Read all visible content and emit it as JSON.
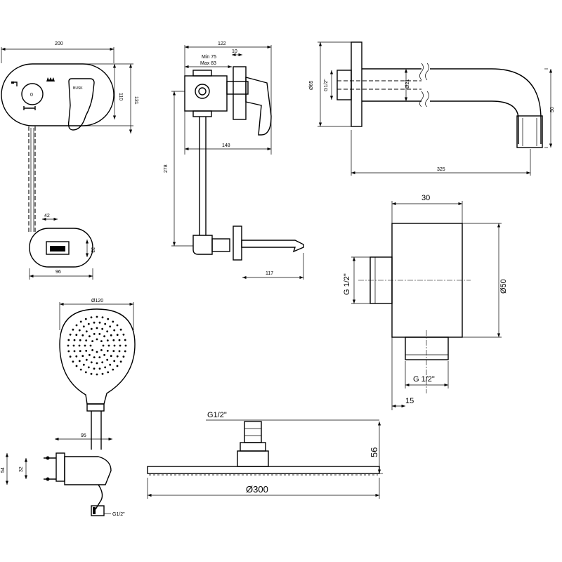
{
  "panel_front": {
    "width_200": "200",
    "height_110": "110",
    "height_131": "131",
    "stem_42": "42",
    "height_33": "33",
    "width_96": "96"
  },
  "panel_side": {
    "depth_122": "122",
    "min_75": "Min 75",
    "max_83": "Max 83",
    "dim_10": "10",
    "depth_148": "148",
    "height_278": "278",
    "spout_117": "117"
  },
  "spout": {
    "dia_65": "Ø65",
    "thread": "G1/2\"",
    "dia_21": "Ø21",
    "length_325": "325",
    "height_50": "50"
  },
  "wall_connector": {
    "width_30": "30",
    "dia_50": "Ø50",
    "thread_side": "G 1/2\"",
    "thread_bottom": "G 1/2\"",
    "offset_15": "15"
  },
  "hand_shower": {
    "dia_120": "Ø120",
    "width_95": "95",
    "height_32": "32",
    "height_54": "54",
    "thread": "G1/2\""
  },
  "head_shower": {
    "thread": "G1/2\"",
    "height_56": "56",
    "dia_300": "Ø300"
  }
}
